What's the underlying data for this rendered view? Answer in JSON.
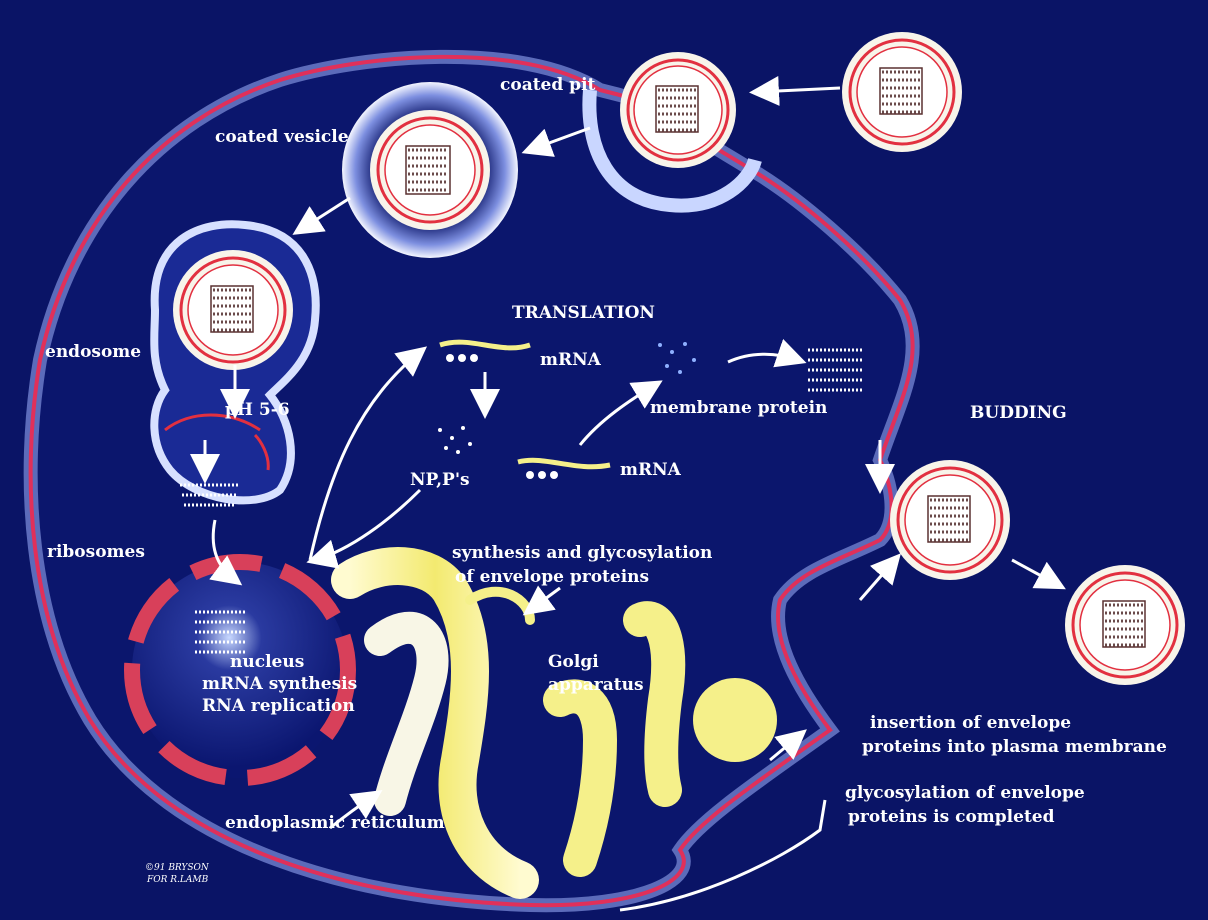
{
  "labels": {
    "coated_pit": "coated pit",
    "coated_vesicle": "coated vesicle",
    "endosome": "endosome",
    "ph": "pH 5-6",
    "translation": "TRANSLATION",
    "mrna_top": "mRNA",
    "membrane_protein": "membrane protein",
    "budding": "BUDDING",
    "np_ps": "NP,P's",
    "mrna_mid": "mRNA",
    "ribosomes": "ribosomes",
    "synthesis_line1": "synthesis and glycosylation",
    "synthesis_line2": "of envelope proteins",
    "nucleus_line1": "nucleus",
    "nucleus_line2": "mRNA synthesis",
    "nucleus_line3": "RNA replication",
    "golgi_line1": "Golgi",
    "golgi_line2": "apparatus",
    "insertion_line1": "insertion of envelope",
    "insertion_line2": "proteins into plasma membrane",
    "glyco_line1": "glycosylation of envelope",
    "glyco_line2": "proteins is completed",
    "er": "endoplasmic reticulum"
  },
  "signature": {
    "line1": "©91 BRYSON",
    "line2": "FOR R.LAMB"
  },
  "colors": {
    "background": "#0a1466",
    "membrane": "#e0305a",
    "membrane_glow": "#b9c8ff",
    "nuclear_envelope": "#d8405a",
    "golgi": "#f5f08a",
    "spike_red": "#e23040",
    "spike_yellow": "#f0d030",
    "spike_cyan": "#40c0e0",
    "text": "#ffffff"
  }
}
